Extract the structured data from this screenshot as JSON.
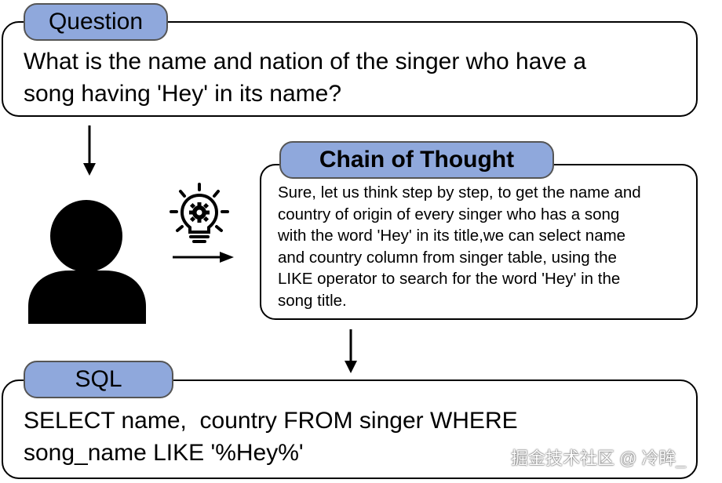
{
  "colors": {
    "pill_fill": "#8fa8dc",
    "pill_border": "#555555",
    "stroke": "#000000"
  },
  "question": {
    "label": "Question",
    "lines": [
      "What is the name and nation of the singer who have a",
      "song having 'Hey' in its name?"
    ]
  },
  "chain_of_thought": {
    "label": "Chain of Thought",
    "lines": [
      "Sure, let us think step by step, to get the name and",
      "country of origin of every singer who has a song",
      "with the word 'Hey' in its title,we can select name",
      "and country column from singer table, using the",
      "LIKE operator to search for the word 'Hey' in the",
      "song title."
    ]
  },
  "sql": {
    "label": "SQL",
    "lines": [
      "SELECT name,  country FROM singer WHERE",
      "song_name LIKE '%Hey%'"
    ]
  },
  "icons": {
    "person": "person-icon",
    "lightbulb": "lightbulb-gear-icon"
  },
  "watermark": "掘金技术社区 @ 冷眸_"
}
